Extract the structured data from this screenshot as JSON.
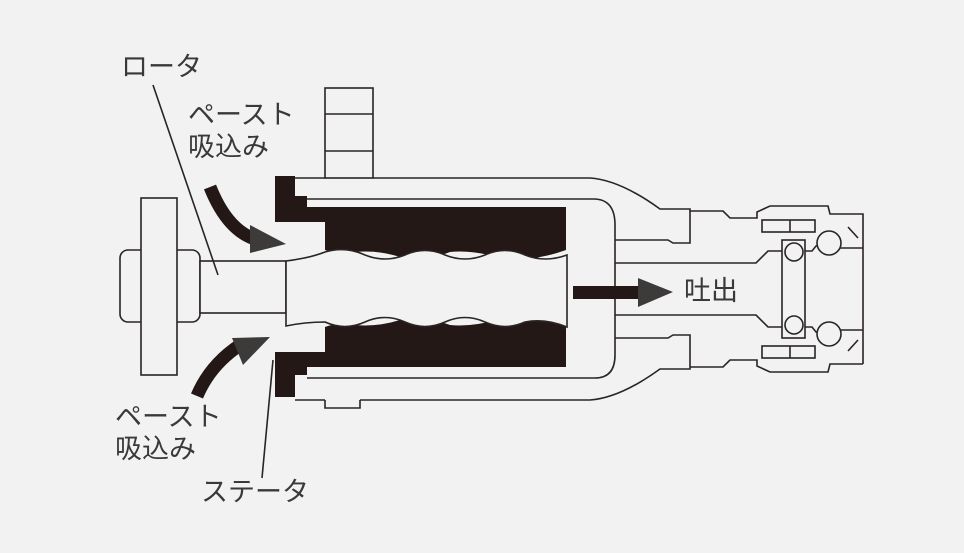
{
  "labels": {
    "rotor": "ロータ",
    "suction_top": "ペースト\n吸込み",
    "suction_bottom": "ペースト\n吸込み",
    "stator": "ステータ",
    "discharge": "吐出"
  },
  "colors": {
    "background": "#f2f2f2",
    "ink": "#231815",
    "arrow": "#3d3a3a"
  }
}
